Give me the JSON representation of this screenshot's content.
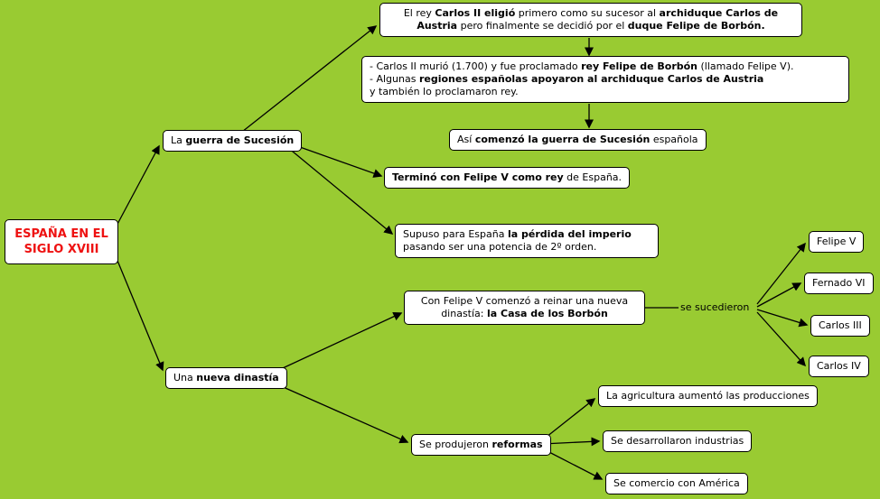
{
  "title": "ESPAÑA EN EL SIGLO XVIII",
  "colors": {
    "background": "#99cb32",
    "box_bg": "#ffffff",
    "box_border": "#000000",
    "text": "#000000",
    "root_text": "#ee1111",
    "arrow": "#000000"
  },
  "root": {
    "text": "ESPAÑA EN EL\nSIGLO XVIII"
  },
  "nodes": {
    "guerra_sucesion": [
      {
        "t": "La "
      },
      {
        "t": "guerra de Sucesión",
        "b": true
      }
    ],
    "nueva_dinastia": [
      {
        "t": "Una "
      },
      {
        "t": "nueva dinastía",
        "b": true
      }
    ],
    "eleccion_sucesor": [
      {
        "t": "El rey "
      },
      {
        "t": "Carlos II eligió",
        "b": true
      },
      {
        "t": " primero como su sucesor al "
      },
      {
        "t": "archiduque Carlos de Austria",
        "b": true
      },
      {
        "t": " pero finalmente se decidió por el "
      },
      {
        "t": "duque Felipe de Borbón.",
        "b": true
      }
    ],
    "muerte_carlos_ii": [
      {
        "t": "- Carlos II murió (1.700) y fue proclamado "
      },
      {
        "t": "rey Felipe de Borbón",
        "b": true
      },
      {
        "t": " (llamado Felipe V).\n- Algunas "
      },
      {
        "t": "regiones españolas apoyaron al archiduque Carlos de Austria",
        "b": true
      },
      {
        "t": "\ny también lo proclamaron rey."
      }
    ],
    "comenzo_guerra": [
      {
        "t": "Así "
      },
      {
        "t": "comenzó la guerra de Sucesión",
        "b": true
      },
      {
        "t": " española"
      }
    ],
    "termino_guerra": [
      {
        "t": "Terminó con Felipe V como rey",
        "b": true
      },
      {
        "t": " de España."
      }
    ],
    "perdida_imperio": [
      {
        "t": "Supuso para España "
      },
      {
        "t": "la pérdida del imperio",
        "b": true
      },
      {
        "t": "\npasando ser una potencia de 2º orden."
      }
    ],
    "casa_borbon": [
      {
        "t": "Con Felipe V comenzó a reinar una nueva\ndinastía: "
      },
      {
        "t": "la Casa de los Borbón",
        "b": true
      }
    ],
    "reformas": [
      {
        "t": "Se produjeron "
      },
      {
        "t": "reformas",
        "b": true
      }
    ]
  },
  "labels": {
    "se_sucedieron": "se sucedieron"
  },
  "kings": {
    "felipe_v": "Felipe V",
    "fernado_vi": "Fernado VI",
    "carlos_iii": "Carlos III",
    "carlos_iv": "Carlos IV"
  },
  "reform_results": {
    "agricultura": "La agricultura aumentó las producciones",
    "industrias": "Se desarrollaron industrias",
    "comercio": "Se comercio con América"
  },
  "connections": [
    [
      "espana_siglo_xviii",
      "guerra_sucesion"
    ],
    [
      "espana_siglo_xviii",
      "nueva_dinastia"
    ],
    [
      "guerra_sucesion",
      "eleccion_sucesor"
    ],
    [
      "eleccion_sucesor",
      "muerte_carlos_ii"
    ],
    [
      "muerte_carlos_ii",
      "comenzo_guerra"
    ],
    [
      "guerra_sucesion",
      "termino_guerra"
    ],
    [
      "guerra_sucesion",
      "perdida_imperio"
    ],
    [
      "nueva_dinastia",
      "casa_borbon"
    ],
    [
      "casa_borbon",
      "se_sucedieron"
    ],
    [
      "se_sucedieron",
      "felipe_v"
    ],
    [
      "se_sucedieron",
      "fernado_vi"
    ],
    [
      "se_sucedieron",
      "carlos_iii"
    ],
    [
      "se_sucedieron",
      "carlos_iv"
    ],
    [
      "nueva_dinastia",
      "reformas"
    ],
    [
      "reformas",
      "agricultura"
    ],
    [
      "reformas",
      "industrias"
    ],
    [
      "reformas",
      "comercio"
    ]
  ]
}
